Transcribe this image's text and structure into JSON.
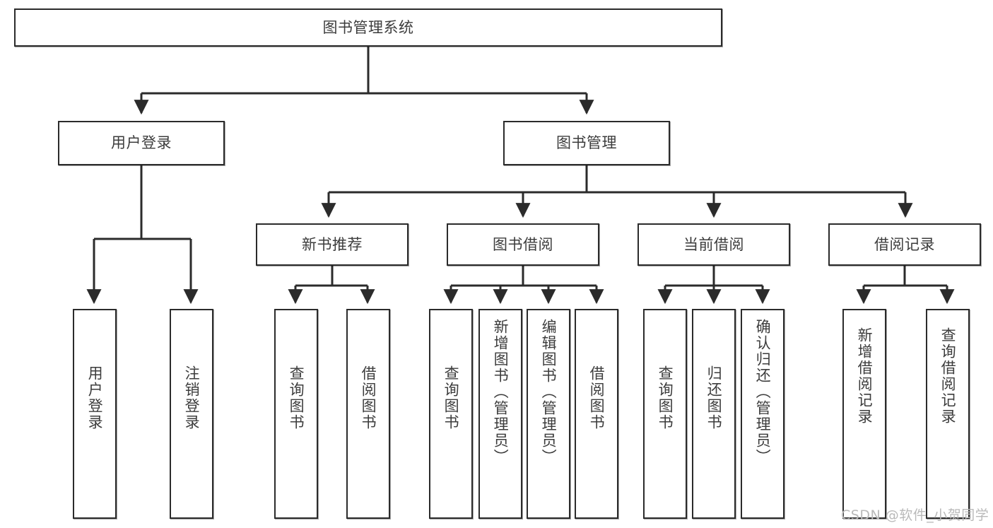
{
  "diagram": {
    "title_node": {
      "label": "图书管理系统"
    },
    "level2": [
      {
        "label": "用户登录"
      },
      {
        "label": "图书管理"
      }
    ],
    "level3": [
      {
        "label": "新书推荐"
      },
      {
        "label": "图书借阅"
      },
      {
        "label": "当前借阅"
      },
      {
        "label": "借阅记录"
      }
    ],
    "leaves": {
      "user_login": [
        {
          "label": "用户登录"
        },
        {
          "label": "注销登录"
        }
      ],
      "new_book_recommend": [
        {
          "label": "查询图书"
        },
        {
          "label": "借阅图书"
        }
      ],
      "book_borrow": [
        {
          "label": "查询图书"
        },
        {
          "label": "新增图书（管理员）"
        },
        {
          "label": "编辑图书（管理员）"
        },
        {
          "label": "借阅图书"
        }
      ],
      "current_borrow": [
        {
          "label": "查询图书"
        },
        {
          "label": "归还图书"
        },
        {
          "label": "确认归还（管理员）"
        }
      ],
      "borrow_record": [
        {
          "label": "新增借阅记录"
        },
        {
          "label": "查询借阅记录"
        }
      ]
    }
  },
  "watermark": {
    "text": "CSDN @软件_小贺同学"
  },
  "colors": {
    "stroke": "#2b2b2b",
    "text": "#3c3c3c",
    "background": "#ffffff",
    "watermark": "#b9b9b9"
  }
}
